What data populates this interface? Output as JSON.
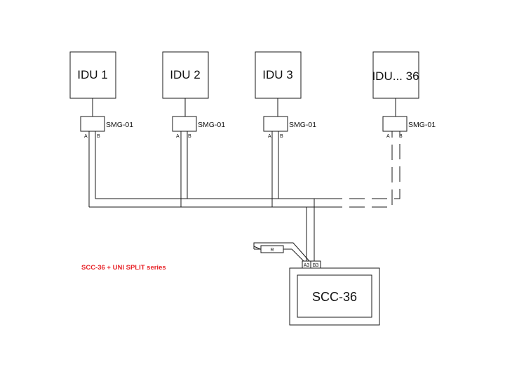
{
  "indoor_units": [
    {
      "name": "IDU 1",
      "module": "SMG-01",
      "pin_a": "A",
      "pin_b": "B"
    },
    {
      "name": "IDU 2",
      "module": "SMG-01",
      "pin_a": "A",
      "pin_b": "B"
    },
    {
      "name": "IDU 3",
      "module": "SMG-01",
      "pin_a": "A",
      "pin_b": "B"
    },
    {
      "name": "IDU... 36",
      "module": "SMG-01",
      "pin_a": "A",
      "pin_b": "B"
    }
  ],
  "resistor": {
    "label": "R"
  },
  "controller": {
    "name": "SCC-36",
    "pin_a": "A3",
    "pin_b": "B3"
  },
  "caption": {
    "text": "SCC-36 + UNI SPLIT series",
    "color": "#e8262b"
  }
}
